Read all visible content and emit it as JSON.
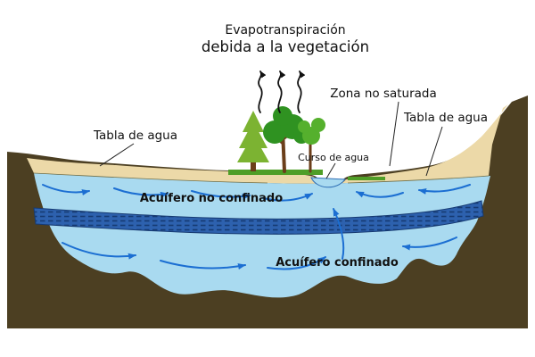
{
  "diagram": {
    "title": {
      "line1": "Evapotranspiración",
      "line2": "debida a la vegetación"
    },
    "labels": {
      "zona_no_saturada": "Zona no saturada",
      "tabla_de_agua_left": "Tabla de agua",
      "tabla_de_agua_right": "Tabla de agua",
      "curso_de_agua": "Curso de agua",
      "acuifero_no_confinado": "Acuífero no confinado",
      "acuifero_confinado": "Acuífero confinado"
    },
    "colors": {
      "bedrock": "#4c3f22",
      "unsaturated_sand": "#ecd9a8",
      "aquifer_water": "#a9daf0",
      "confining_layer": "#2d61ae",
      "confining_hatch": "#163a72",
      "flow_arrow": "#1b6ed2",
      "grass": "#4f9e27",
      "tree_green": "#2f9221",
      "trunk": "#6b3e1a",
      "text": "#111111"
    }
  }
}
